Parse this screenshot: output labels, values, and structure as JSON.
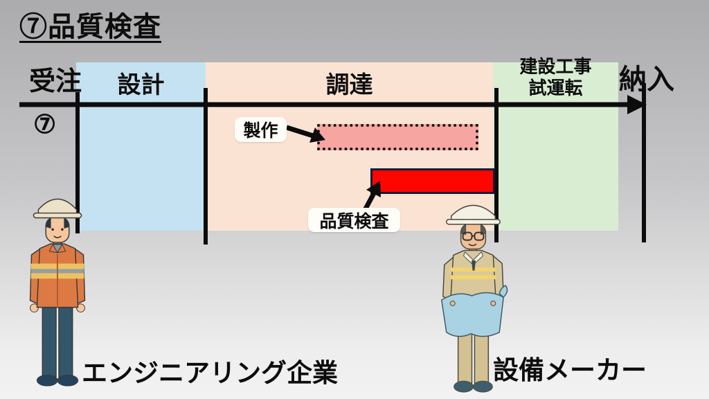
{
  "title": "⑦品質検査",
  "timeline": {
    "start_label": "受注",
    "end_label": "納入",
    "step_number": "⑦",
    "line_color": "#0c0c0c"
  },
  "phases": {
    "design": {
      "label": "設計",
      "color": "#c5e2f2"
    },
    "procurement": {
      "label": "調達",
      "color": "#fbe3d3"
    },
    "construction": {
      "label_line1": "建設工事",
      "label_line2": "試運転",
      "color": "#d9edd3"
    }
  },
  "bars": {
    "production": {
      "label": "製作",
      "fill": "#f6a5a1"
    },
    "inspection": {
      "label": "品質検査",
      "fill": "#fe0600",
      "border": "#141b33"
    }
  },
  "actors": {
    "engineering": {
      "label": "エンジニアリング企業"
    },
    "manufacturer": {
      "label": "設備メーカー"
    }
  }
}
